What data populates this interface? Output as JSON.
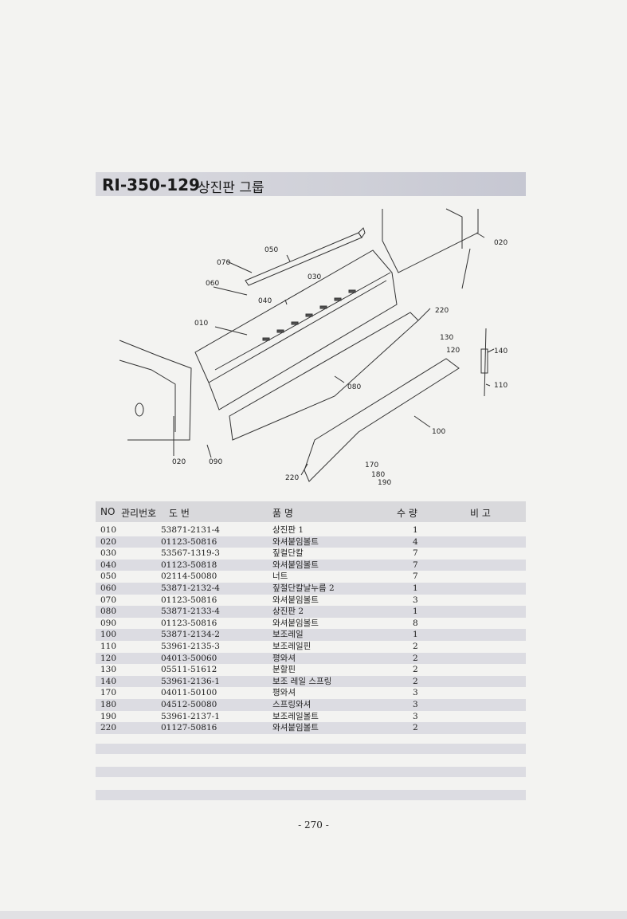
{
  "title": {
    "code": "RI-350-129",
    "name": "상진판 그룹"
  },
  "diagram": {
    "callouts": [
      "050",
      "070",
      "030",
      "060",
      "040",
      "010",
      "020",
      "220",
      "130",
      "120",
      "140",
      "110",
      "080",
      "100",
      "170",
      "180",
      "190",
      "220",
      "020",
      "090"
    ]
  },
  "table": {
    "headers": {
      "no": "NO",
      "mgmt": "관리번호",
      "drawing": "도      번",
      "item": "품                    명",
      "qty": "수      량",
      "remark": "비  고"
    },
    "rows": [
      {
        "no": "010",
        "part": "53871-2131-4",
        "name": "상진판 1",
        "qty": "1"
      },
      {
        "no": "020",
        "part": "01123-50816",
        "name": "와셔붙임볼트",
        "qty": "4"
      },
      {
        "no": "030",
        "part": "53567-1319-3",
        "name": "짚컬단칼",
        "qty": "7"
      },
      {
        "no": "040",
        "part": "01123-50818",
        "name": "와셔붙임볼트",
        "qty": "7"
      },
      {
        "no": "050",
        "part": "02114-50080",
        "name": "너트",
        "qty": "7"
      },
      {
        "no": "060",
        "part": "53871-2132-4",
        "name": "짚절단칼날누름 2",
        "qty": "1"
      },
      {
        "no": "070",
        "part": "01123-50816",
        "name": "와셔붙임볼트",
        "qty": "3"
      },
      {
        "no": "080",
        "part": "53871-2133-4",
        "name": "상진판 2",
        "qty": "1"
      },
      {
        "no": "090",
        "part": "01123-50816",
        "name": "와셔붙임볼트",
        "qty": "8"
      },
      {
        "no": "100",
        "part": "53871-2134-2",
        "name": "보조레일",
        "qty": "1"
      },
      {
        "no": "110",
        "part": "53961-2135-3",
        "name": "보조레일핀",
        "qty": "2"
      },
      {
        "no": "120",
        "part": "04013-50060",
        "name": "평와셔",
        "qty": "2"
      },
      {
        "no": "130",
        "part": "05511-51612",
        "name": "분할핀",
        "qty": "2"
      },
      {
        "no": "140",
        "part": "53961-2136-1",
        "name": "보조 레일 스프링",
        "qty": "2"
      },
      {
        "no": "170",
        "part": "04011-50100",
        "name": "평와셔",
        "qty": "3"
      },
      {
        "no": "180",
        "part": "04512-50080",
        "name": "스프링와셔",
        "qty": "3"
      },
      {
        "no": "190",
        "part": "53961-2137-1",
        "name": "보조레일볼트",
        "qty": "3"
      },
      {
        "no": "220",
        "part": "01127-50816",
        "name": "와셔붙임볼트",
        "qty": "2"
      }
    ]
  },
  "page_number": "- 270 -"
}
